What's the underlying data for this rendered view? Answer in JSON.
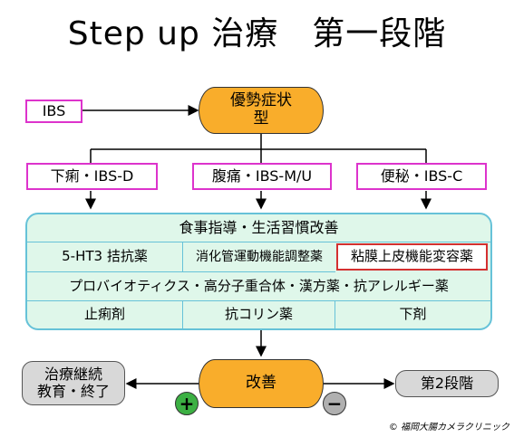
{
  "title": "Step up 治療　第一段階",
  "ibs_box": "IBS",
  "type_node": "優勢症状\n型",
  "subtypes": [
    "下痢・IBS-D",
    "腹痛・IBS-M/U",
    "便秘・IBS-C"
  ],
  "panel": {
    "header": "食事指導・生活習慣改善",
    "row1": [
      "5-HT3 拮抗薬",
      "消化管運動機能調整薬",
      "粘膜上皮機能変容薬"
    ],
    "row2": "プロバイオティクス・高分子重合体・漢方薬・抗アレルギー薬",
    "row3": [
      "止痢剤",
      "抗コリン薬",
      "下剤"
    ]
  },
  "improve_node": "改善",
  "continue_box": "治療継続\n教育・終了",
  "next_box": "第2段階",
  "plus_sign": "+",
  "minus_sign": "−",
  "credit": "© 福岡大腸カメラクリニック",
  "colors": {
    "node_orange": "#f9ad2b",
    "pink_border": "#dd33cc",
    "panel_fill": "#dff7ea",
    "panel_border": "#66c2d8",
    "highlight_border": "#d43030",
    "plus_fill": "#3cb043",
    "minus_fill": "#b0b0b0",
    "grey_box": "#d8d8d8"
  }
}
